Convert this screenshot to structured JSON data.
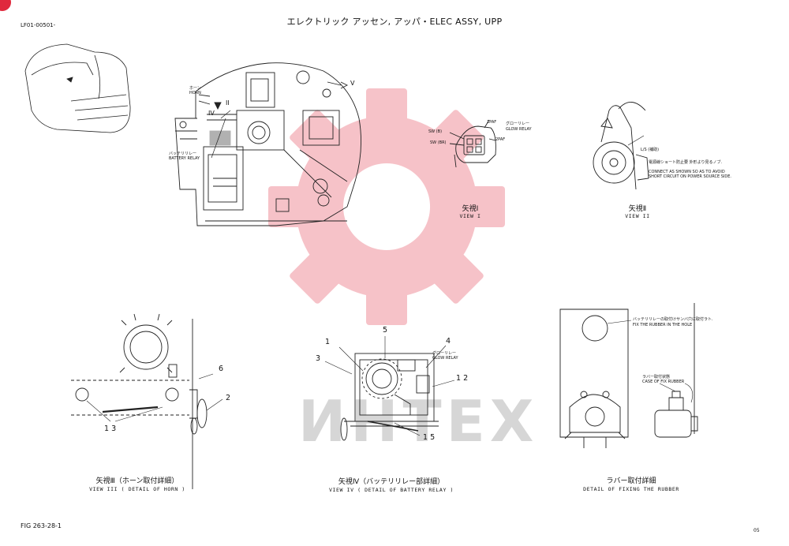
{
  "header": {
    "page_code": "LF01-00501-",
    "title": "エレクトリック アッセン, アッパ・ELEC ASSY, UPP"
  },
  "footer": {
    "figure": "FIG 263-28-1",
    "page": "05"
  },
  "watermark": {
    "text": "ИНТЕХ",
    "color": "#e0293d"
  },
  "main_view": {
    "roman_labels": [
      "V",
      "II",
      "IV"
    ],
    "horn_label_jp": "ホーン",
    "horn_label_en": "HORN",
    "battery_relay_jp": "バッテリリレー",
    "battery_relay_en": "BATTERY RELAY"
  },
  "view_1": {
    "caption_jp": "矢視Ⅰ",
    "caption_en": "VIEW I",
    "labels": {
      "sw_b": "SW (B)",
      "sw_br": "SW (BR)",
      "paf1": "1PAF",
      "paf2": "2PAF",
      "glow_jp": "グローリレー",
      "glow_en": "GLOW RELAY"
    }
  },
  "view_2": {
    "caption_jp": "矢視Ⅱ",
    "caption_en": "VIEW II",
    "note_jp": "電源線ショート防止要 外形より見るノブ.",
    "note_en_1": "CONNECT AS SHOWN SO AS TO AVOID",
    "note_en_2": "SHORT CIRCUIT ON POWER SOURCE SIDE.",
    "tag": "L/S (補助)"
  },
  "view_3": {
    "caption_jp": "矢視Ⅲ（ホーン取付詳細）",
    "caption_en": "VIEW III ( DETAIL OF HORN )",
    "parts": [
      "6",
      "2",
      "1 3"
    ]
  },
  "view_4": {
    "caption_jp": "矢視Ⅳ（バッテリリレー部詳細）",
    "caption_en": "VIEW IV ( DETAIL OF BATTERY RELAY )",
    "parts": [
      "5",
      "1",
      "3",
      "4",
      "1 2",
      "1 5"
    ],
    "glow_jp": "グローリレー",
    "glow_en": "GLOW RELAY"
  },
  "view_5": {
    "caption_jp": "ラバー取付詳細",
    "caption_en": "DETAIL OF FIXING THE RUBBER",
    "note_jp": "バッテリリレーの取付けサンバ穴に取付ラト.",
    "note_en": "FIX THE RUBBER IN THE HOLE",
    "note2_jp": "ラバー取付状態",
    "note2_en": "CASE OF FIX RUBBER"
  }
}
